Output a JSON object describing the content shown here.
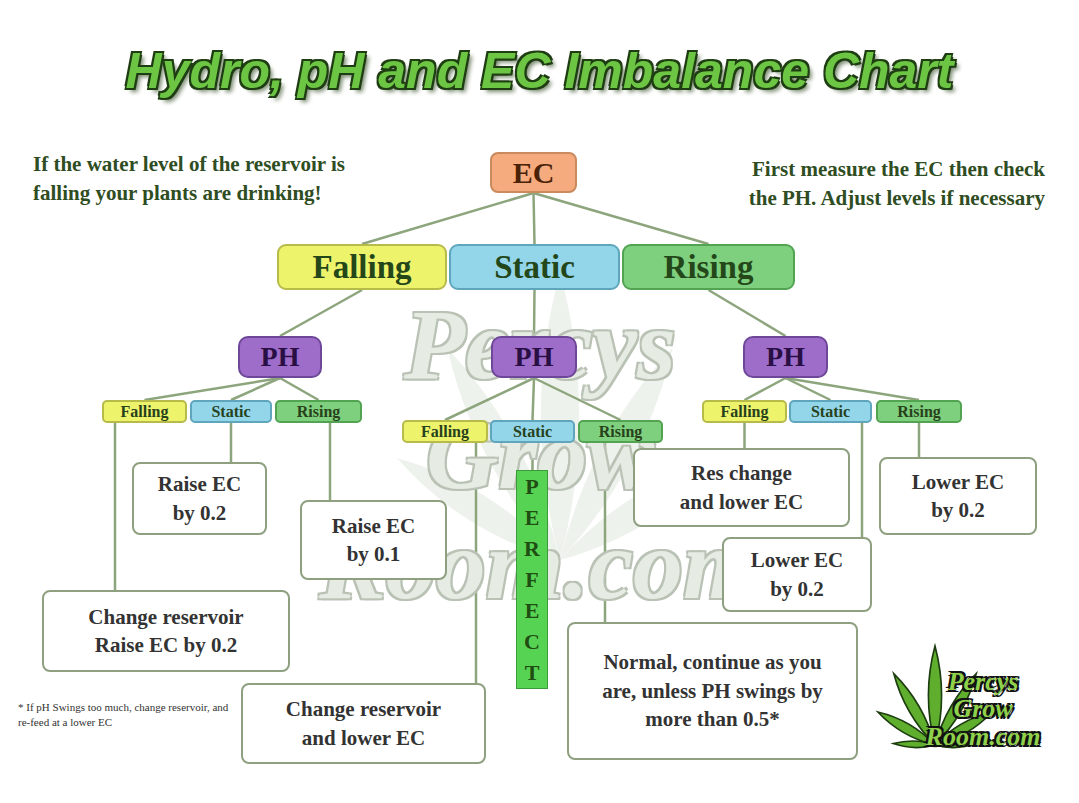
{
  "diagram": {
    "title": "Hydro, pH and EC Imbalance Chart",
    "nodes": [
      {
        "text": [
          "EC"
        ]
      },
      {
        "text": [
          "Falling"
        ]
      },
      {
        "text": [
          "Static"
        ]
      },
      {
        "text": [
          "Rising"
        ]
      },
      {
        "text": [
          "PH"
        ]
      },
      {
        "text": [
          "PH"
        ]
      },
      {
        "text": [
          "PH"
        ]
      },
      {
        "text": [
          "Falling"
        ]
      },
      {
        "text": [
          "Static"
        ]
      },
      {
        "text": [
          "Rising"
        ]
      },
      {
        "text": [
          "Falling"
        ]
      },
      {
        "text": [
          "Static"
        ]
      },
      {
        "text": [
          "Rising"
        ]
      },
      {
        "text": [
          "Falling"
        ]
      },
      {
        "text": [
          "Static"
        ]
      },
      {
        "text": [
          "Rising"
        ]
      },
      {
        "text": [
          "Raise EC by 0.2"
        ]
      },
      {
        "text": [
          "Raise EC by 0.1"
        ]
      },
      {
        "text": [
          "Change reservoir Raise EC by 0.2"
        ]
      },
      {
        "text": [
          "PERFECT"
        ]
      },
      {
        "text": [
          "Res change and lower EC"
        ]
      },
      {
        "text": [
          "Lower EC by 0.2"
        ]
      },
      {
        "text": [
          "Lower EC by 0.2"
        ]
      },
      {
        "text": [
          "Normal, continue as you are, unless PH swings by more than 0.5*"
        ]
      },
      {
        "text": [
          "Change reservoir and lower EC"
        ]
      }
    ],
    "edges": [
      {
        "from": 0,
        "to": 1,
        "arrow": "none"
      },
      {
        "from": 0,
        "to": 2,
        "arrow": "none"
      },
      {
        "from": 0,
        "to": 3,
        "arrow": "none"
      },
      {
        "from": 1,
        "to": 4,
        "arrow": "none"
      },
      {
        "from": 2,
        "to": 5,
        "arrow": "none"
      },
      {
        "from": 3,
        "to": 6,
        "arrow": "none"
      },
      {
        "from": 4,
        "to": 7,
        "arrow": "none"
      },
      {
        "from": 4,
        "to": 8,
        "arrow": "none"
      },
      {
        "from": 4,
        "to": 9,
        "arrow": "none"
      },
      {
        "from": 5,
        "to": 10,
        "arrow": "none"
      },
      {
        "from": 5,
        "to": 11,
        "arrow": "none"
      },
      {
        "from": 5,
        "to": 12,
        "arrow": "none"
      },
      {
        "from": 6,
        "to": 13,
        "arrow": "none"
      },
      {
        "from": 6,
        "to": 14,
        "arrow": "none"
      },
      {
        "from": 6,
        "to": 15,
        "arrow": "none"
      },
      {
        "from": 7,
        "to": 18,
        "arrow": "none"
      },
      {
        "from": 8,
        "to": 16,
        "arrow": "none"
      },
      {
        "from": 9,
        "to": 17,
        "arrow": "none"
      },
      {
        "from": 10,
        "to": 24,
        "arrow": "none"
      },
      {
        "from": 11,
        "to": 19,
        "arrow": "none"
      },
      {
        "from": 12,
        "to": 23,
        "arrow": "none"
      },
      {
        "from": 13,
        "to": 20,
        "arrow": "none"
      },
      {
        "from": 14,
        "to": 22,
        "arrow": "none"
      },
      {
        "from": 15,
        "to": 21,
        "arrow": "none"
      }
    ],
    "labels": [
      "If the water level of the reservoir is falling your plants are drinking!",
      "First measure the EC then check the PH. Adjust levels if necessary",
      "* If pH Swings too much, change reservoir, and re-feed at a lower EC",
      "Percys Grow Room.com",
      "Percys Grow Room.com"
    ]
  }
}
